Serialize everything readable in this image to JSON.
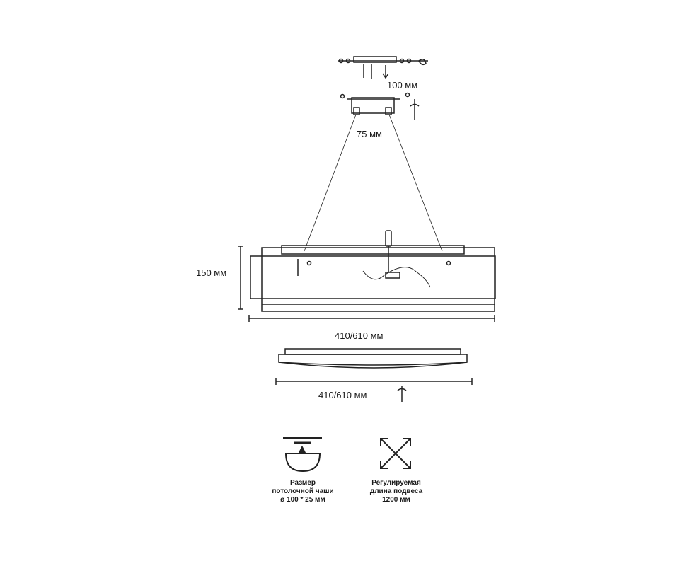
{
  "dimensions": {
    "bracket_width": "100 мм",
    "canopy_width": "75 мм",
    "height": "150 мм",
    "length_front": "410/610 мм",
    "length_bottom": "410/610 мм"
  },
  "features": [
    {
      "icon": "ceiling-canopy-icon",
      "line1": "Размер",
      "line2": "потолочной чаши",
      "line3": "ø 100 * 25 мм"
    },
    {
      "icon": "adjustable-length-icon",
      "line1": "Регулируемая",
      "line2": "длина подвеса",
      "line3": "1200 мм"
    }
  ]
}
